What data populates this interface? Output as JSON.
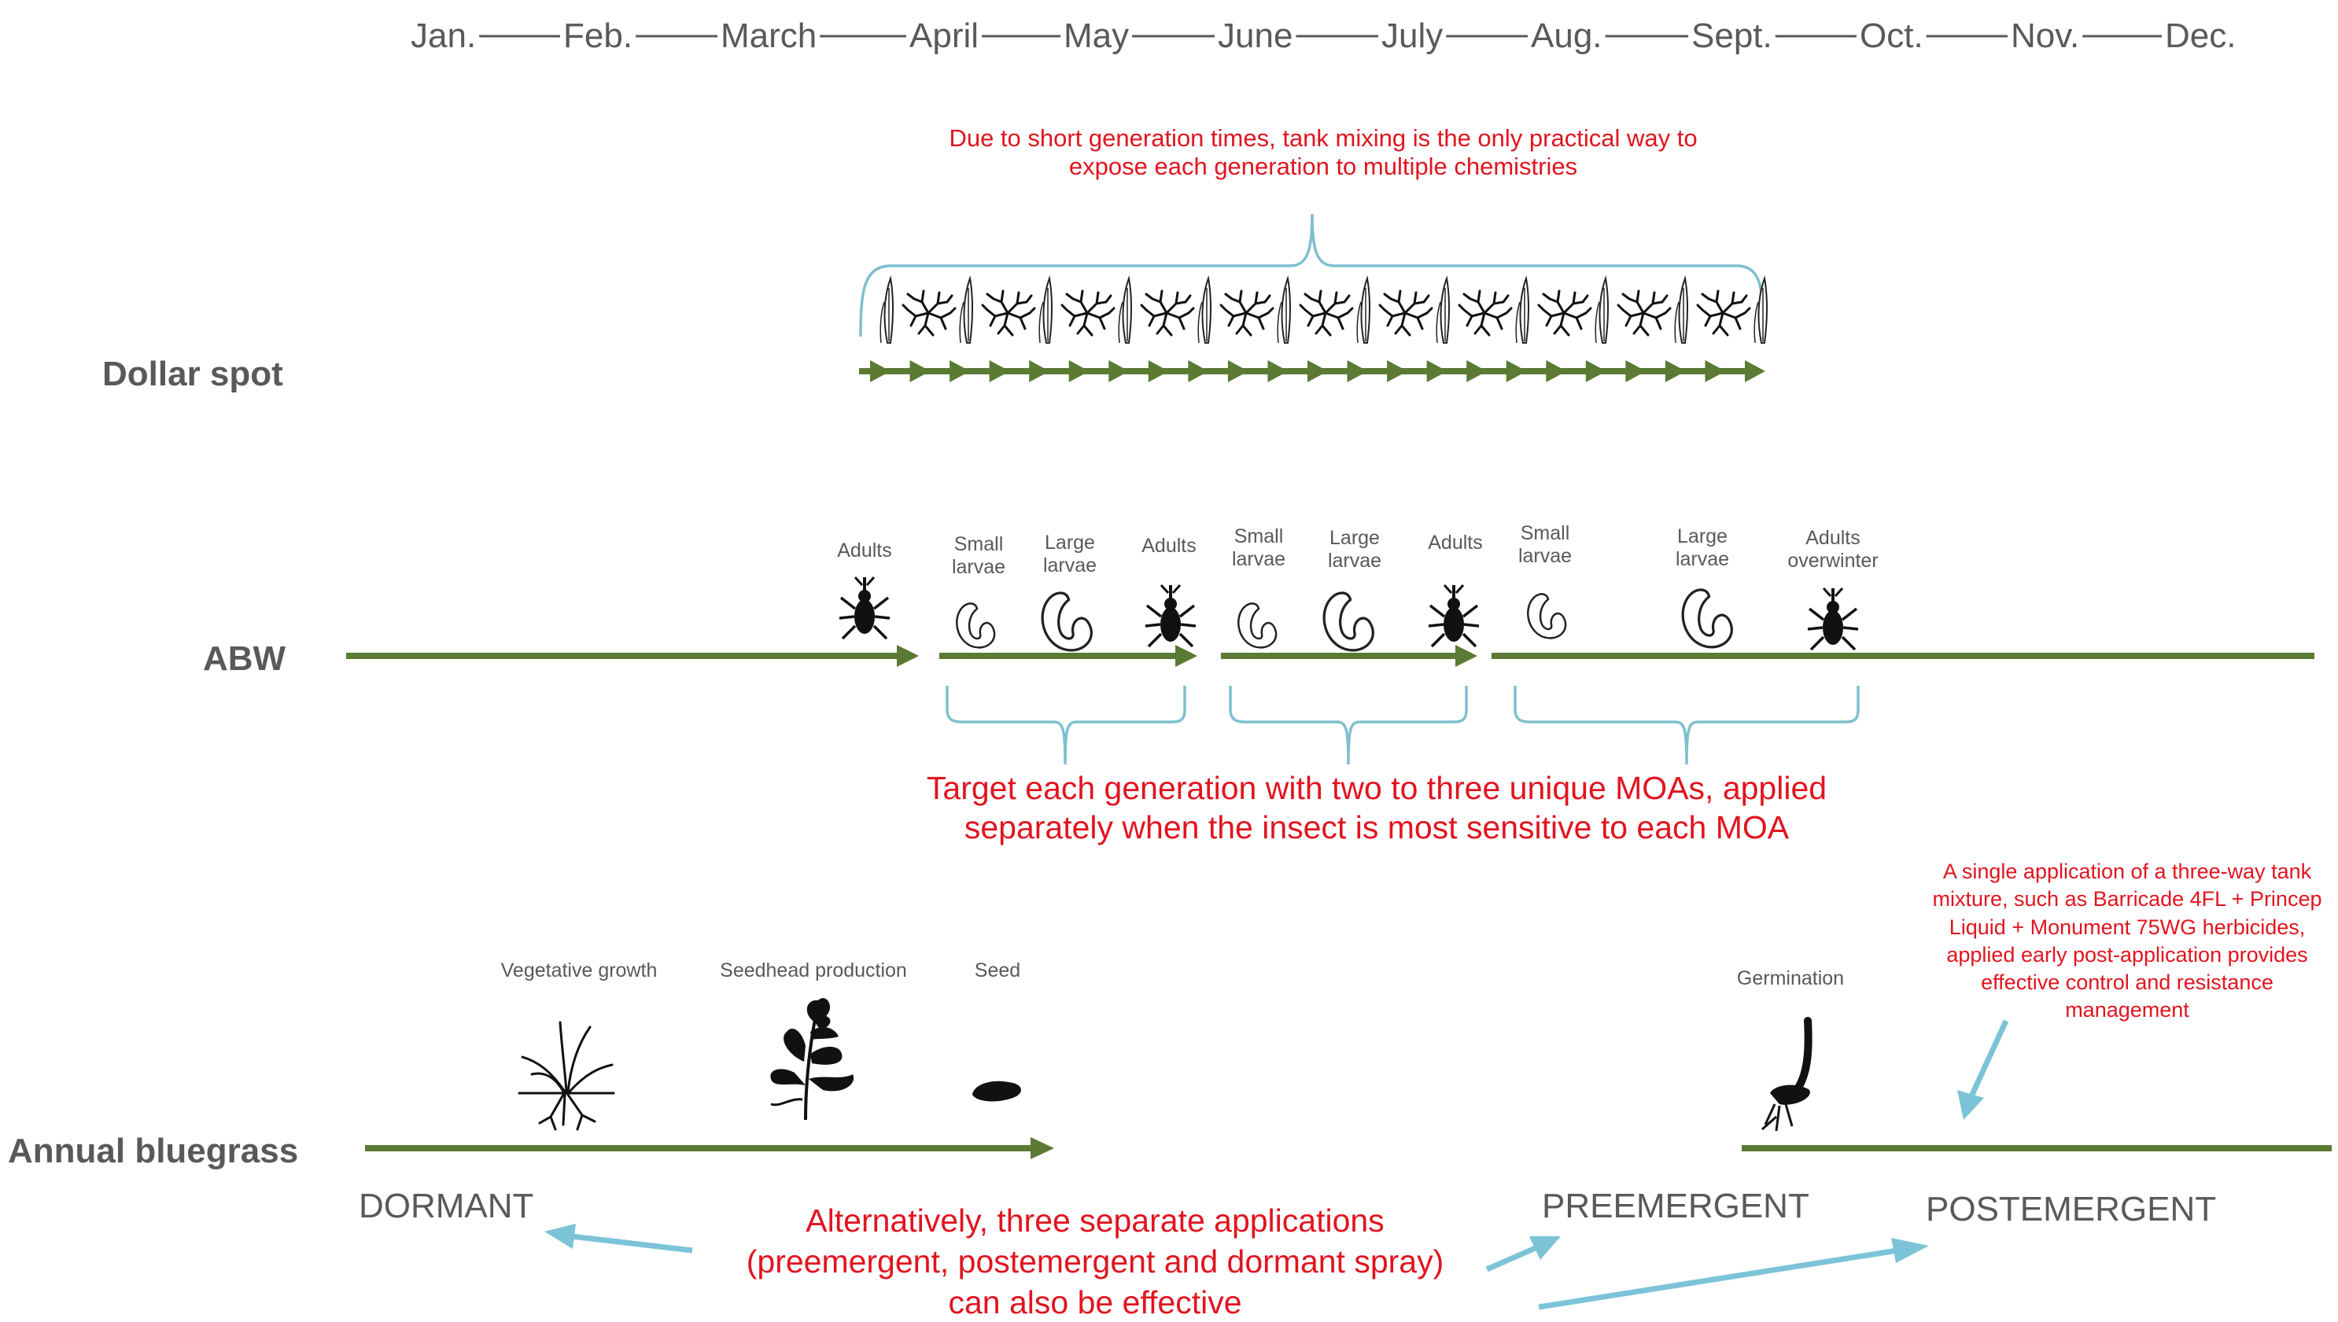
{
  "months": [
    "Jan.",
    "Feb.",
    "March",
    "April",
    "May",
    "June",
    "July",
    "Aug.",
    "Sept.",
    "Oct.",
    "Nov.",
    "Dec."
  ],
  "rows": {
    "dollar_spot": "Dollar spot",
    "abw": "ABW",
    "annual_bluegrass": "Annual bluegrass"
  },
  "dollar_spot": {
    "note": [
      "Due to short generation times, tank mixing is the only practical way to",
      "expose each generation to multiple chemistries"
    ]
  },
  "abw": {
    "stages": [
      [
        "Adults"
      ],
      [
        "Small",
        "larvae"
      ],
      [
        "Large",
        "larvae"
      ],
      [
        "Adults"
      ],
      [
        "Small",
        "larvae"
      ],
      [
        "Large",
        "larvae"
      ],
      [
        "Adults"
      ],
      [
        "Small",
        "larvae"
      ],
      [
        "Large",
        "larvae"
      ],
      [
        "Adults",
        "overwinter"
      ]
    ],
    "note": [
      "Target each generation with two to three unique MOAs, applied",
      "separately when the insect is most sensitive to each MOA"
    ]
  },
  "annual_bluegrass": {
    "stages": [
      "Vegetative growth",
      "Seedhead production",
      "Seed",
      "Germination"
    ],
    "phases": [
      "DORMANT",
      "PREEMERGENT",
      "POSTEMERGENT"
    ],
    "tank_note": [
      "A single application of a three-way tank",
      "mixture, such as Barricade 4FL + Princep",
      "Liquid + Monument 75WG herbicides,",
      "applied early post-application provides",
      "effective control and resistance",
      "management"
    ],
    "alt_note": [
      "Alternatively, three separate applications",
      "(preemergent, postemergent and dormant spray)",
      "can also be effective"
    ]
  },
  "colors": {
    "timeline_green": "#5b7a33",
    "brace_blue": "#7fbfcf",
    "note_red": "#e1141f",
    "label_gray": "#595959"
  },
  "icons": {
    "dollar_spot_generation": [
      "grass-blade-icon",
      "mycelium-icon"
    ],
    "abw": [
      "weevil-icon",
      "larva-icon"
    ],
    "annual_bluegrass": [
      "seedling-icon",
      "seedhead-icon",
      "seed-icon",
      "germinating-seed-icon"
    ]
  }
}
